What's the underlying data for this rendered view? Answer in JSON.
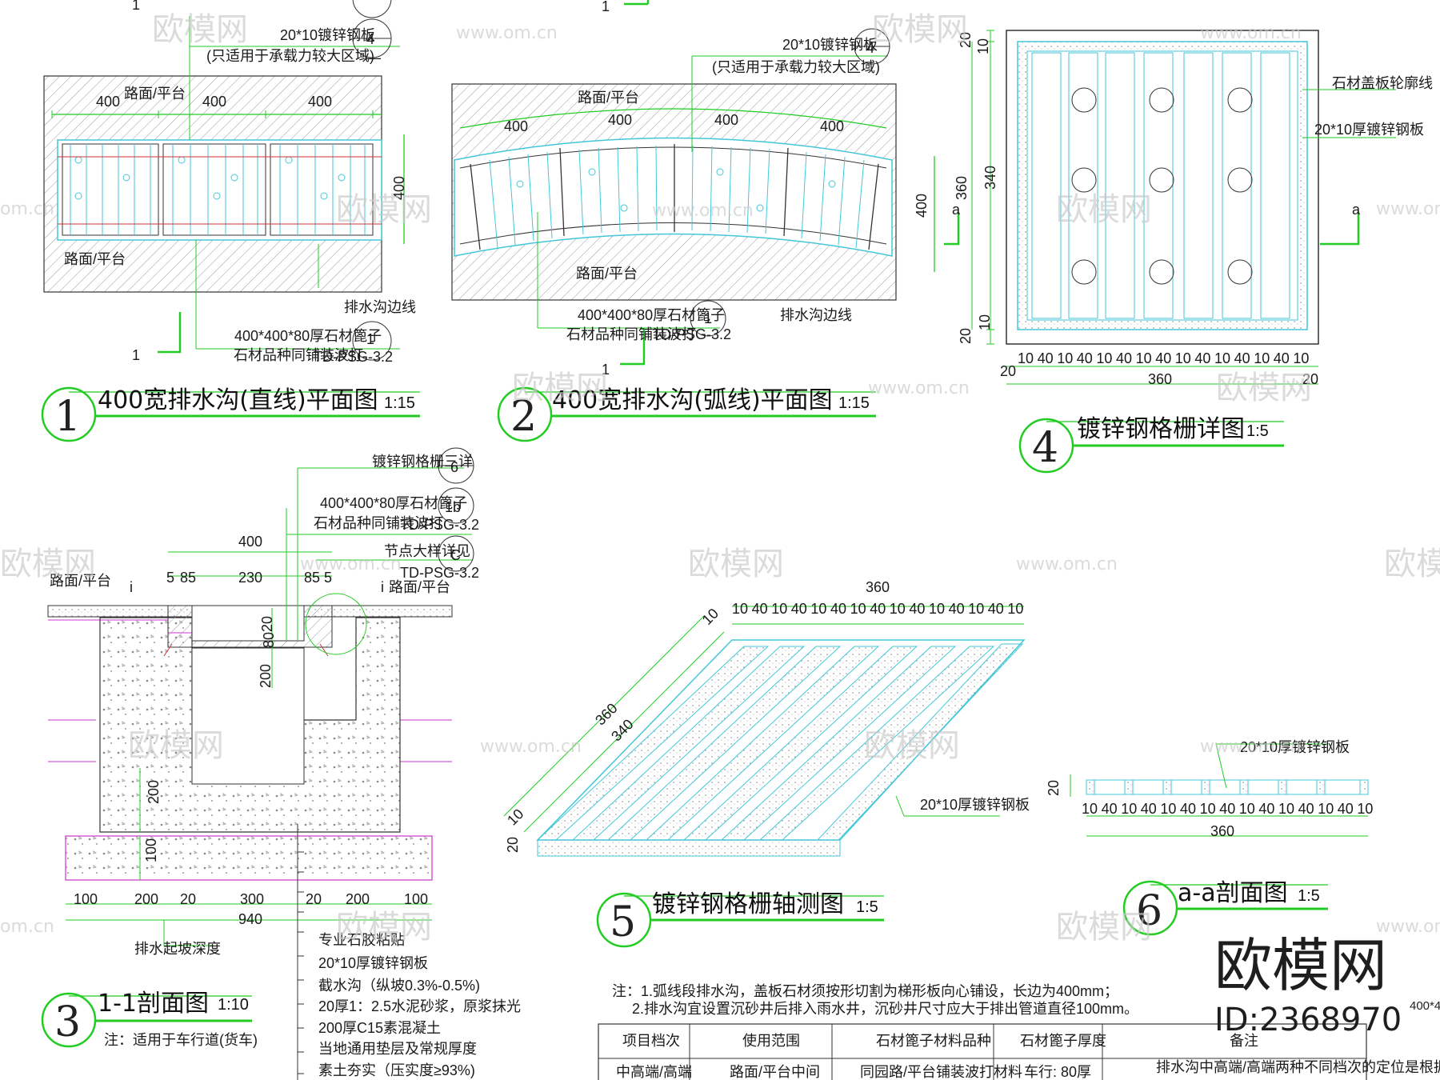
{
  "drawings": [
    {
      "num": "1",
      "title": "400宽排水沟(直线)平面图",
      "scale": "1:15"
    },
    {
      "num": "2",
      "title": "400宽排水沟(弧线)平面图",
      "scale": "1:15"
    },
    {
      "num": "3",
      "title": "1-1剖面图",
      "scale": "1:10",
      "note": "注：适用于车行道(货车)"
    },
    {
      "num": "4",
      "title": "镀锌钢格栅详图",
      "scale": "1:5"
    },
    {
      "num": "5",
      "title": "镀锌钢格栅轴测图",
      "scale": "1:5"
    },
    {
      "num": "6",
      "title": "a-a剖面图",
      "scale": "1:5"
    }
  ],
  "plan1": {
    "steel_plate": "20*10镀锌钢板",
    "only_for": "(只适用于承载力较大区域)",
    "dim": "400",
    "side_dim": "400",
    "road_top": "路面/平台",
    "road_bottom": "路面/平台",
    "edge": "排水沟边线",
    "cover": "400*400*80厚石材篦子",
    "cover_note": "石材品种同铺装波打",
    "ref": "TD-PSG-3.2",
    "ref_num": "1",
    "callout_top": "4",
    "callout_bot": "—",
    "section_mark": "1"
  },
  "plan2": {
    "steel_plate": "20*10镀锌钢板",
    "only_for": "(只适用于承载力较大区域)",
    "dim": "400",
    "side_dim": "400",
    "road_top": "路面/平台",
    "road_bottom": "路面/平台",
    "edge": "排水沟边线",
    "cover": "400*400*80厚石材篦子",
    "cover_note": "石材品种同铺装波打",
    "ref": "TD-PSG-3.2",
    "ref_num": "1",
    "callout_top": "4",
    "section_mark": "1"
  },
  "detail4": {
    "label_edge": "石材盖板轮廓线",
    "label_plate": "20*10厚镀锌钢板",
    "dims_bottom": [
      "10",
      "40",
      "10",
      "40",
      "10",
      "40",
      "10",
      "40",
      "10",
      "40",
      "10",
      "40",
      "10",
      "40",
      "10"
    ],
    "dim_20": "20",
    "dim_360": "360",
    "dim_340": "340",
    "dim_10": "10",
    "section_a": "a"
  },
  "section3": {
    "grate_label": "镀锌钢格栅三详",
    "grate_ref": "6",
    "cover": "400*400*80厚石材篦子",
    "cover_ref": "1b",
    "cover_note": "石材品种同铺装波打",
    "ref": "TD-PSG-3.2",
    "node": "节点大样详见",
    "node_ref": "C",
    "ref2": "TD-PSG-3.2",
    "dim_400": "400",
    "top_dims": [
      "5",
      "85",
      "230",
      "85",
      "5"
    ],
    "road_l": "路面/平台",
    "road_r": "路面/平台",
    "slope_mark": "i",
    "v_dims": [
      "20",
      "80",
      "200"
    ],
    "v200": "200",
    "v100": "100",
    "bottom_dims": [
      "100",
      "200",
      "20",
      "300",
      "20",
      "200",
      "100"
    ],
    "total": "940",
    "depth": "排水起坡深度",
    "layers": [
      "专业石胶粘贴",
      "20*10厚镀锌钢板",
      "截水沟（纵坡0.3%-0.5%)",
      "20厚1：2.5水泥砂浆，原浆抹光",
      "200厚C15素混凝土",
      "当地通用垫层及常规厚度",
      "素土夯实（压实度≥93%)"
    ]
  },
  "axon5": {
    "dim_360": "360",
    "dims_top": [
      "10",
      "40",
      "10",
      "40",
      "10",
      "40",
      "10",
      "40",
      "10",
      "40",
      "10",
      "40",
      "10",
      "40",
      "10"
    ],
    "d360": "360",
    "d340": "340",
    "d10a": "10",
    "d10b": "10",
    "d20": "20",
    "label": "20*10厚镀锌钢板"
  },
  "sect6": {
    "label": "20*10厚镀锌钢板",
    "dim_20": "20",
    "dims": [
      "10",
      "40",
      "10",
      "40",
      "10",
      "40",
      "10",
      "40",
      "10",
      "40",
      "10",
      "40",
      "10",
      "40",
      "10"
    ],
    "total": "360"
  },
  "notes": {
    "line1": "注：1.弧线段排水沟，盖板石材须按形切割为梯形板向心铺设，长边为400mm；",
    "line2": "2.排水沟宜设置沉砂井后排入雨水井，沉砂井尺寸应大于排出管道直径100mm。",
    "table_headers": [
      "项目档次",
      "使用范围",
      "石材篦子材料品种",
      "石材篦子厚度",
      "备注"
    ],
    "row1": [
      "中高端/高端",
      "路面/平台中间",
      "同园路/平台铺装波打材料",
      "车行: 80厚",
      "排水沟中高端/高端两种不同档次的定位是根据"
    ]
  },
  "brand": {
    "logo": "欧模网",
    "id": "ID:2368970",
    "edge_text": "400*4"
  },
  "watermark": {
    "text": "欧模网",
    "url": "www.om.cn",
    "url_short": "om.cn"
  },
  "colors": {
    "green": "#22cc22",
    "cyan": "#43c7d8",
    "magenta": "#cc33cc",
    "text": "#1a1a1a"
  }
}
